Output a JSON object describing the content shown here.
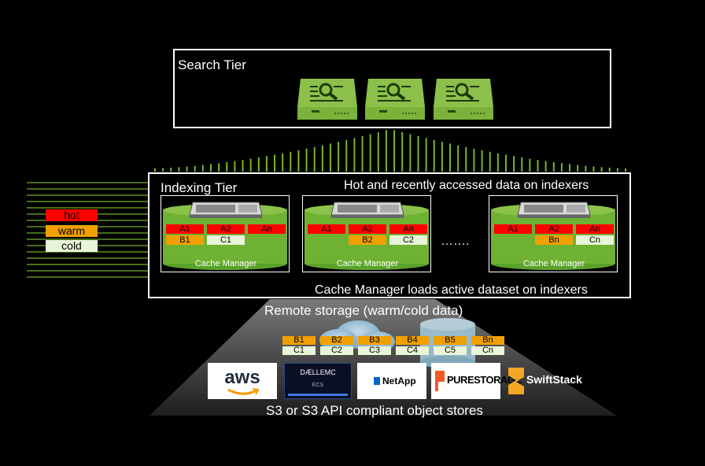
{
  "search_tier": {
    "title": "Search Tier"
  },
  "indexing_tier": {
    "title": "Indexing Tier",
    "note_top": "Hot and recently accessed data on indexers",
    "note_bottom": "Cache Manager loads active dataset on indexers",
    "ellipsis": "…….",
    "indexers": [
      {
        "top_cells": [
          "A1",
          "A2",
          "An"
        ],
        "bottom_cells": [
          "B1",
          "C1",
          ""
        ],
        "manager": "Cache Manager"
      },
      {
        "top_cells": [
          "A1",
          "A2",
          "An"
        ],
        "bottom_cells": [
          "",
          "B2",
          "C2"
        ],
        "manager": "Cache Manager"
      },
      {
        "top_cells": [
          "A1",
          "A2",
          "An"
        ],
        "bottom_cells": [
          "",
          "Bn",
          "Cn"
        ],
        "manager": "Cache Manager"
      }
    ]
  },
  "legend": {
    "hot": "hot",
    "warm": "warm",
    "cold": "cold"
  },
  "remote_storage": {
    "title": "Remote storage (warm/cold data)",
    "warm": [
      "B1",
      "B2",
      "B3",
      "B4",
      "B5",
      "Bn"
    ],
    "cold": [
      "C1",
      "C2",
      "C3",
      "C4",
      "C5",
      "Cn"
    ],
    "footer": "S3 or S3 API compliant object stores",
    "vendors": {
      "aws": "aws",
      "dellemc_brand": "DÆLLEMC",
      "dellemc_product": "ECS",
      "netapp": "NetApp",
      "purestorage": "PURESTORAGE",
      "swiftstack": "SwiftStack"
    }
  },
  "colors": {
    "hot": "#ff0000",
    "warm": "#f0a000",
    "cold": "#e8f5d8",
    "accent_green": "#76b82a"
  }
}
